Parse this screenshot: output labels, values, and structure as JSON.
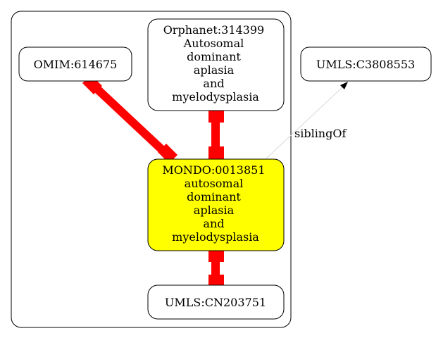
{
  "graph": {
    "nodes": {
      "omim": {
        "lines": [
          "OMIM:614675"
        ],
        "fill": "#ffffff"
      },
      "orphanet": {
        "lines": [
          "Orphanet:314399",
          "Autosomal",
          "dominant",
          "aplasia",
          "and",
          "myelodysplasia"
        ],
        "fill": "#ffffff"
      },
      "mondo": {
        "lines": [
          "MONDO:0013851",
          "autosomal",
          "dominant",
          "aplasia",
          "and",
          "myelodysplasia"
        ],
        "fill": "#ffff00"
      },
      "umls_cn": {
        "lines": [
          "UMLS:CN203751"
        ],
        "fill": "#ffffff"
      },
      "umls_c": {
        "lines": [
          "UMLS:C3808553"
        ],
        "fill": "#ffffff"
      }
    },
    "edges": {
      "sibling_label": "siblingOf"
    },
    "colors": {
      "equivalence_edge": "#ff0000",
      "sibling_edge": "#c0c0c0",
      "stroke": "#000000"
    }
  }
}
